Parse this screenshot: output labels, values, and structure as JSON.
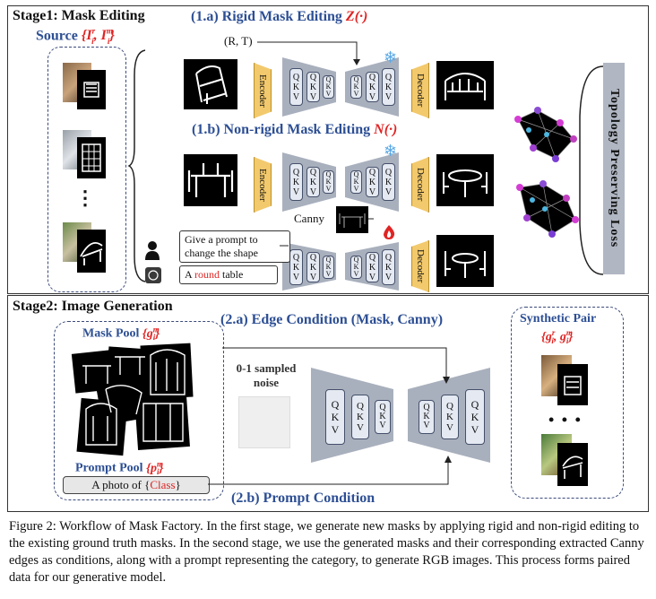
{
  "stage1": {
    "title": "Stage1: Mask Editing",
    "source_label": "Source",
    "source_math": "{I",
    "source_sub": "i",
    "source_sup_r": "r",
    "source_comma": ", I",
    "source_sup_m": "m",
    "source_close": "}",
    "rigid_title": "(1.a) Rigid Mask Editing",
    "rigid_func": "Z(·)",
    "rt_label": "(R, T)",
    "nonrigid_title": "(1.b) Non-rigid Mask Editing",
    "nonrigid_func": "N(·)",
    "encoder_label": "Encoder",
    "decoder_label": "Decoder",
    "canny_label": "Canny",
    "prompt_user": "Give a prompt to change the shape",
    "prompt_reply_pre": "A ",
    "prompt_reply_red": "round",
    "prompt_reply_post": " table",
    "loss_label": "Topology Preserving Loss",
    "ellipsis": "⋮"
  },
  "stage2": {
    "title": "Stage2: Image Generation",
    "edge_title": "(2.a) Edge Condition (Mask, Canny)",
    "prompt_title": "(2.b) Prompt Condition",
    "mask_pool": "Mask Pool",
    "mask_pool_math": "{g",
    "prompt_pool": "Prompt Pool",
    "prompt_pool_math": "{p",
    "noise_label": "0-1 sampled noise",
    "photo_prefix": "A photo of {",
    "photo_class": "Class",
    "photo_suffix": "}",
    "synthetic_pair": "Synthetic Pair",
    "synthetic_math": "{g",
    "dots": "• • •"
  },
  "qkv": "Q K V",
  "caption": "Figure 2: Workflow of Mask Factory. In the first stage, we generate new masks by applying rigid and non-rigid editing to the existing ground truth masks. In the second stage, we use the generated masks and their corresponding extracted Canny edges as conditions, along with a prompt representing the category, to generate RGB images. This process forms paired data for our generative model.",
  "colors": {
    "title_blue": "#2d4f94",
    "accent_red": "#e02424",
    "unet_gray": "#a9b0bd",
    "encoder_yellow": "#f2c96c"
  }
}
